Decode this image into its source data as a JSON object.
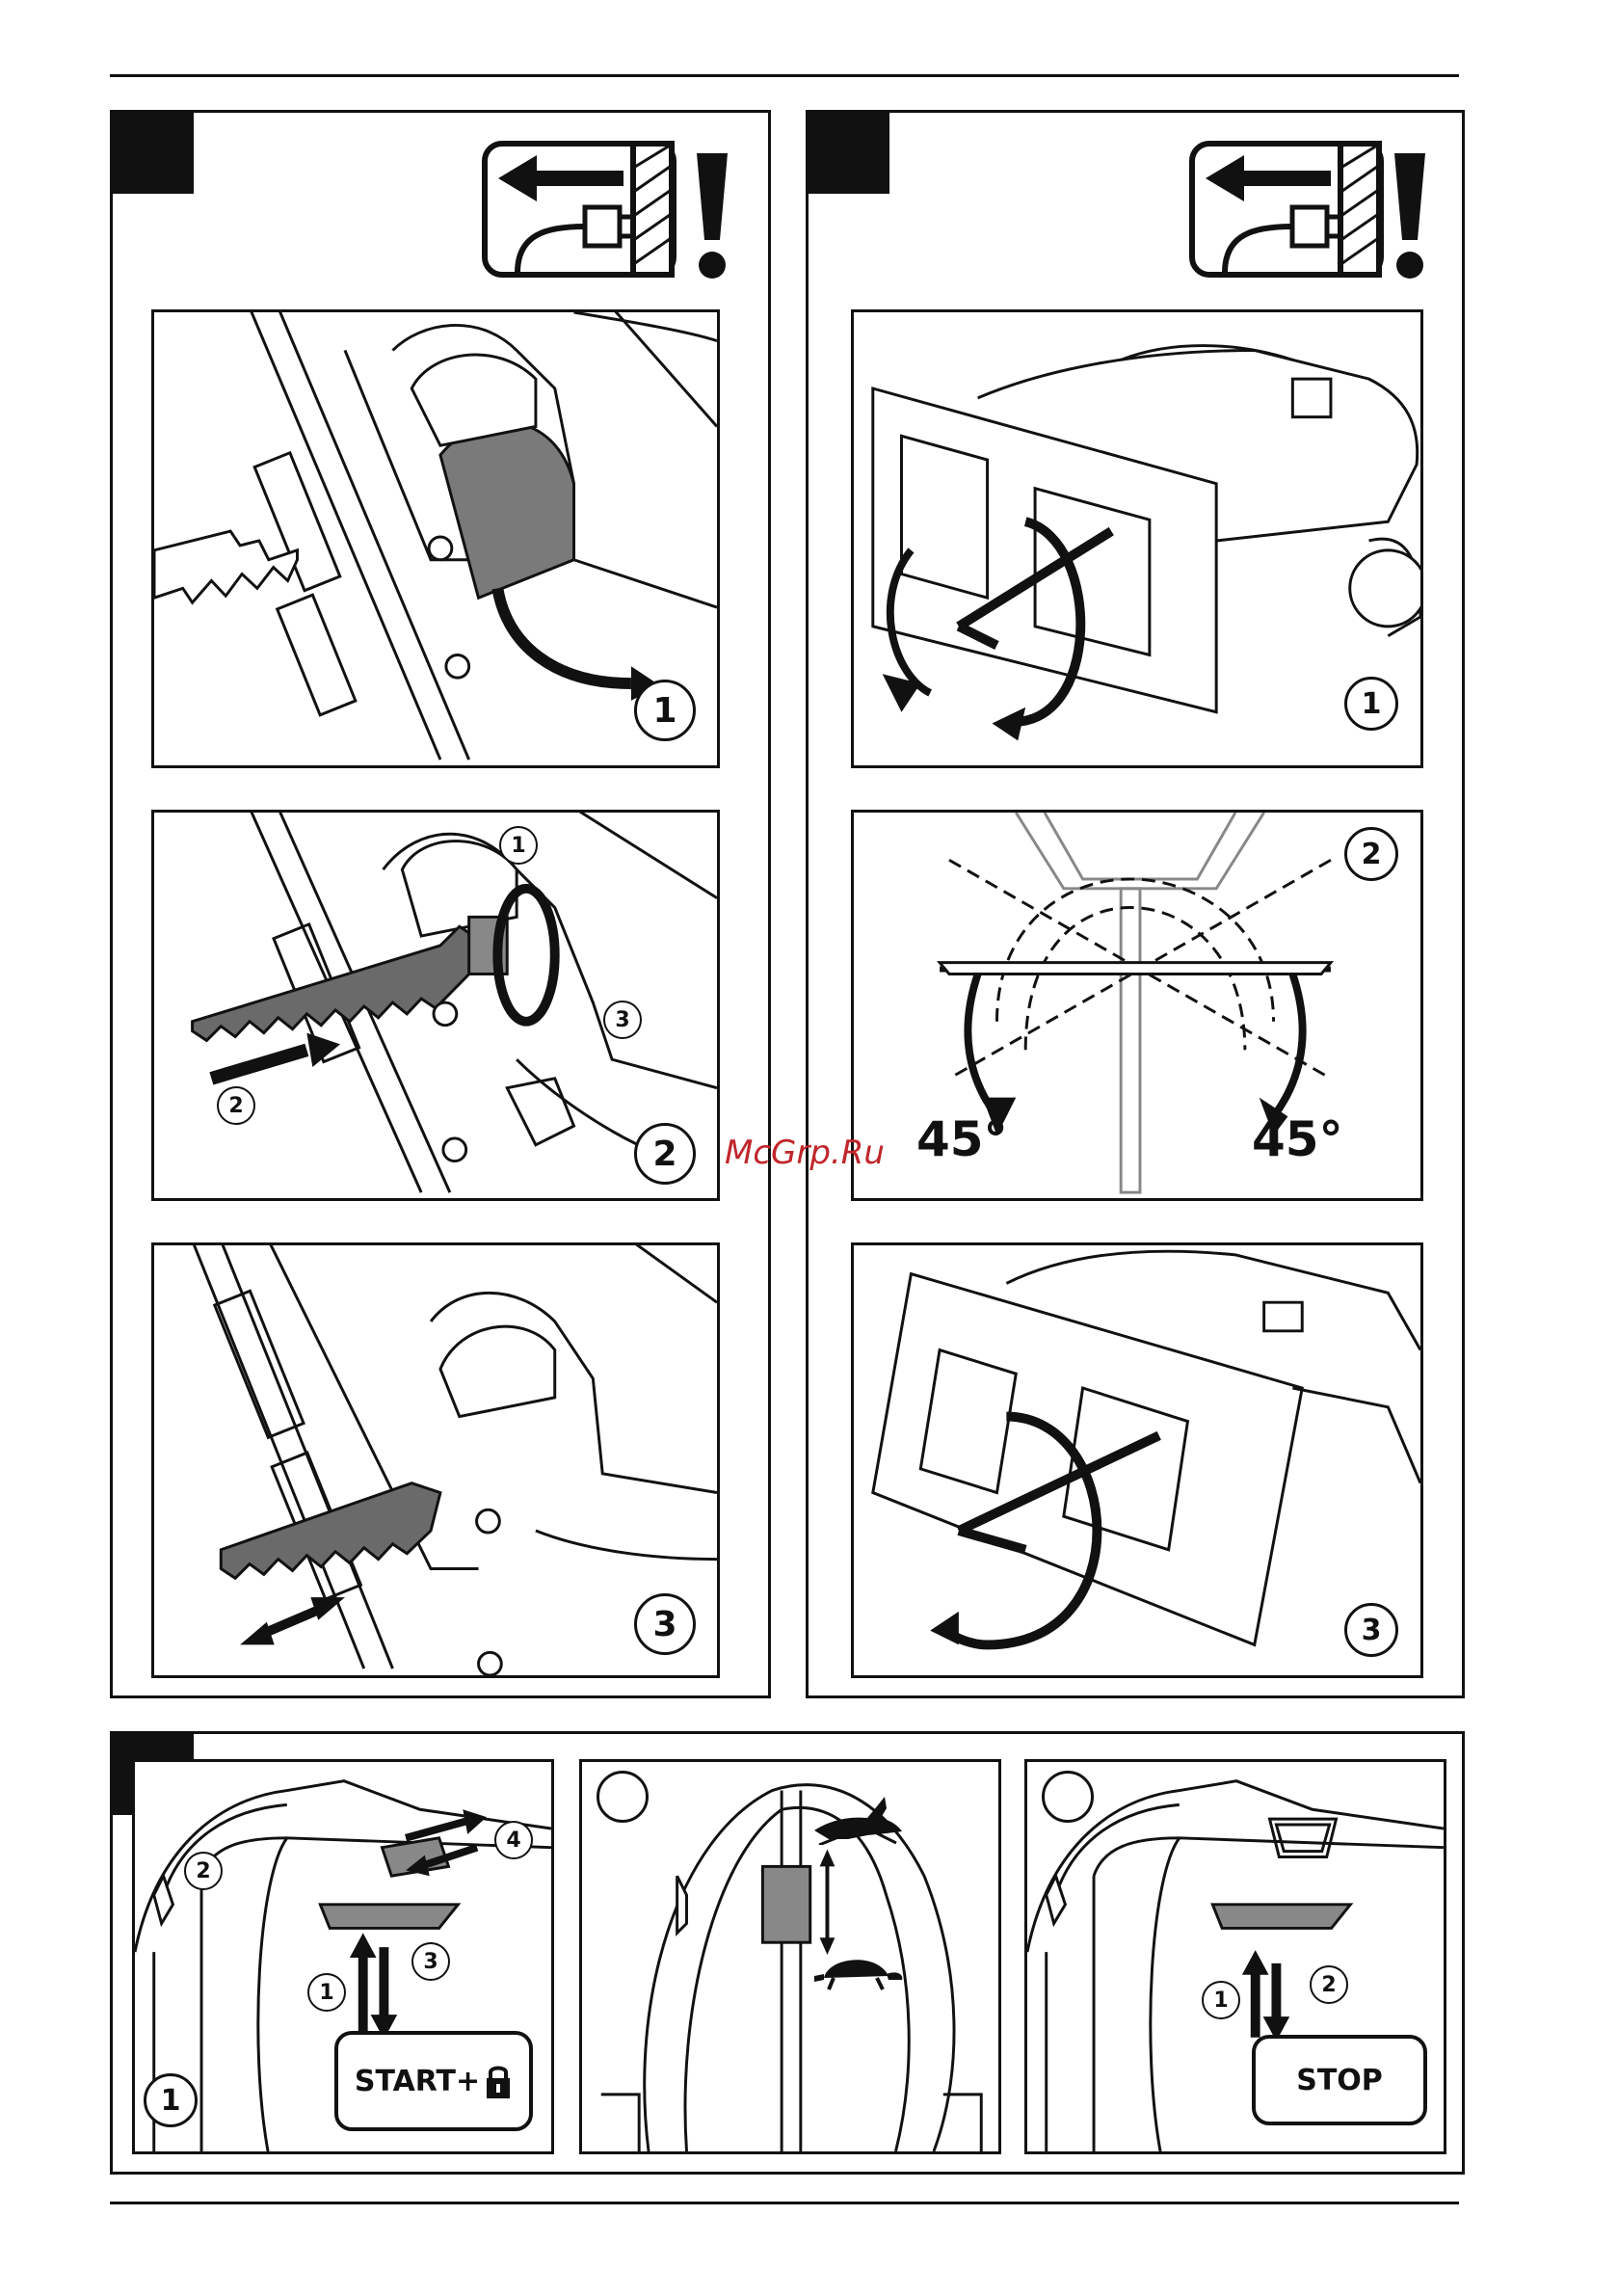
{
  "watermark": "McGrp.Ru",
  "left_section": {
    "panels": [
      {
        "main_number": "1",
        "small_numbers": []
      },
      {
        "main_number": "2",
        "small_numbers": [
          "1",
          "2",
          "3"
        ]
      },
      {
        "main_number": "3",
        "small_numbers": []
      }
    ]
  },
  "right_section": {
    "panels": [
      {
        "main_number": "1"
      },
      {
        "main_number": "2",
        "angle_left": "45°",
        "angle_right": "45°"
      },
      {
        "main_number": "3"
      }
    ]
  },
  "bottom_section": {
    "panel_start": {
      "main_number": "1",
      "steps": [
        "2",
        "4",
        "3",
        "1"
      ],
      "button_label": "START+"
    },
    "panel_speed": {
      "icons": [
        "hare-icon",
        "tortoise-icon"
      ]
    },
    "panel_stop": {
      "steps": [
        "2",
        "1"
      ],
      "button_label": "STOP"
    }
  },
  "icons": [
    "unplug-warning-icon",
    "exclamation-icon",
    "padlock-icon",
    "hare-icon",
    "tortoise-icon"
  ]
}
